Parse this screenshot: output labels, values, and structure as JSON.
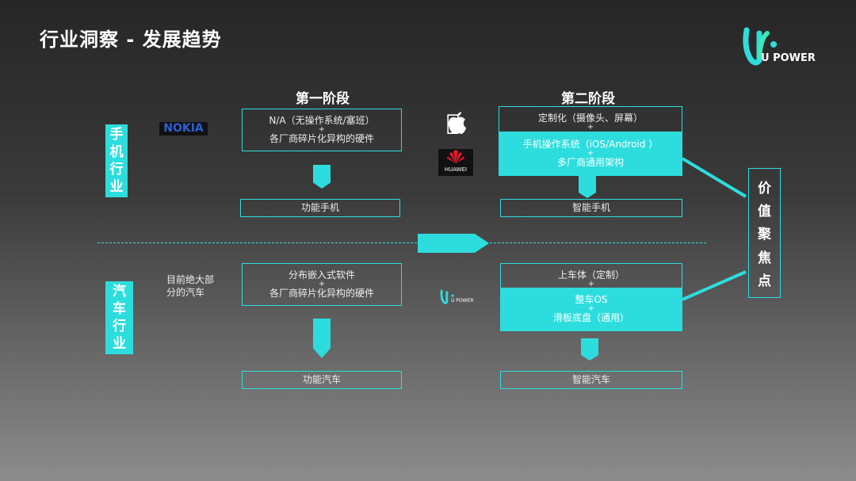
{
  "title": "行业洞察 - 发展趋势",
  "logo": {
    "text": "U POWER",
    "accent": "#2ddddd"
  },
  "stages": [
    "第一阶段",
    "第二阶段"
  ],
  "phone": {
    "label": [
      "手",
      "机",
      "行",
      "业"
    ],
    "brands": {
      "nokia": "NOKIA",
      "huawei": "HUAWEI"
    },
    "stage1": {
      "line1": "N/A（无操作系统/塞班）",
      "plus": "+",
      "line2": "各厂商碎片化异构的硬件",
      "result": "功能手机"
    },
    "stage2": {
      "line1": "定制化（摄像头、屏幕）",
      "plus": "+",
      "line2": "手机操作系统（iOS/Android ）",
      "line3": "多厂商通用架构",
      "result": "智能手机"
    }
  },
  "car": {
    "label": [
      "汽",
      "车",
      "行",
      "业"
    ],
    "note": "目前绝大部分的汽车",
    "stage1": {
      "line1": "分布嵌入式软件",
      "plus": "+",
      "line2": "各厂商碎片化异构的硬件",
      "result": "功能汽车"
    },
    "stage2": {
      "line1": "上车体（定制）",
      "plus": "+",
      "line2": "整车OS",
      "line3": "滑板底盘（通用）",
      "result": "智能汽车"
    }
  },
  "value_focus": [
    "价",
    "值",
    "聚",
    "焦",
    "点"
  ]
}
